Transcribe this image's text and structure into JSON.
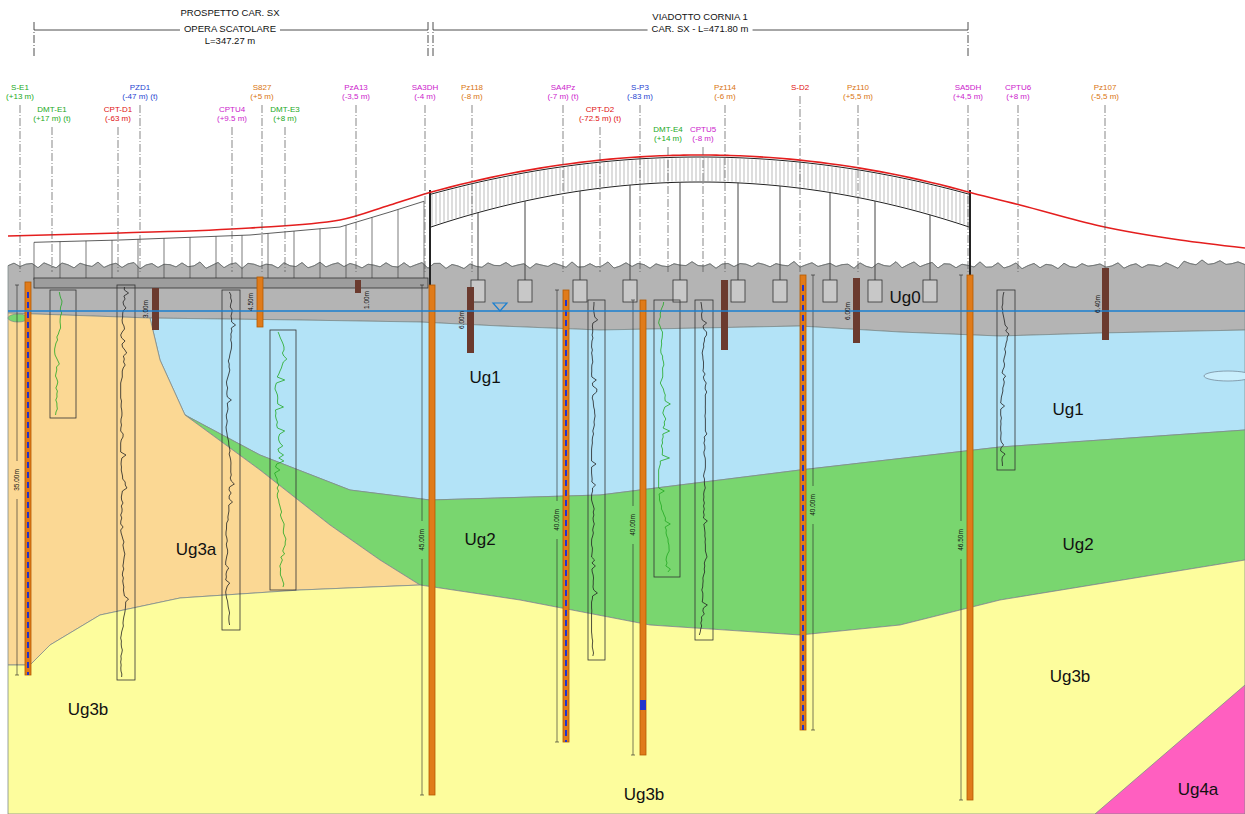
{
  "diagram": {
    "nodes": [
      {
        "text": [
          "Ug0"
        ]
      },
      {
        "text": [
          "Ug1",
          "Ug1"
        ]
      },
      {
        "text": [
          "Ug2",
          "Ug2"
        ]
      },
      {
        "text": [
          "Ug3a"
        ]
      },
      {
        "text": [
          "Ug3b",
          "Ug3b",
          "Ug3b"
        ]
      },
      {
        "text": [
          "Ug4a"
        ]
      }
    ],
    "labels": [
      "PROSPETTO CAR. SX",
      "OPERA SCATOLARE",
      "L=347.27 m",
      "VIADOTTO CORNIA 1",
      "CAR. SX - L=471.80 m",
      "S-E1",
      "(+13 m)",
      "DMT-E1",
      "(+17 m) (t)",
      "CPT-D1",
      "(-63 m)",
      "PZD1",
      "(-47 m) (t)",
      "CPTU4",
      "(+9.5 m)",
      "S827",
      "(+5 m)",
      "DMT-E3",
      "(+8 m)",
      "PzA13",
      "(-3,5 m)",
      "SA3DH",
      "(-4 m)",
      "Pz118",
      "(-8 m)",
      "SA4Pz",
      "(-7 m) (t)",
      "CPT-D2",
      "(-72.5 m) (t)",
      "S-P3",
      "(-83 m)",
      "DMT-E4",
      "(+14 m)",
      "CPTU5",
      "(-8 m)",
      "Pz114",
      "(-6 m)",
      "S-D2",
      "Pz110",
      "(+5,5 m)",
      "SA5DH",
      "(+4,5 m)",
      "CPTU6",
      "(+8 m)",
      "Pz107",
      "(-5,5 m)",
      "35.00m",
      "3.00m",
      "4.50m",
      "1.00m",
      "45.00m",
      "6.00m",
      "40.00m",
      "40.00m",
      "40.00m",
      "46.50m",
      "6.00m",
      "6.40m"
    ]
  }
}
